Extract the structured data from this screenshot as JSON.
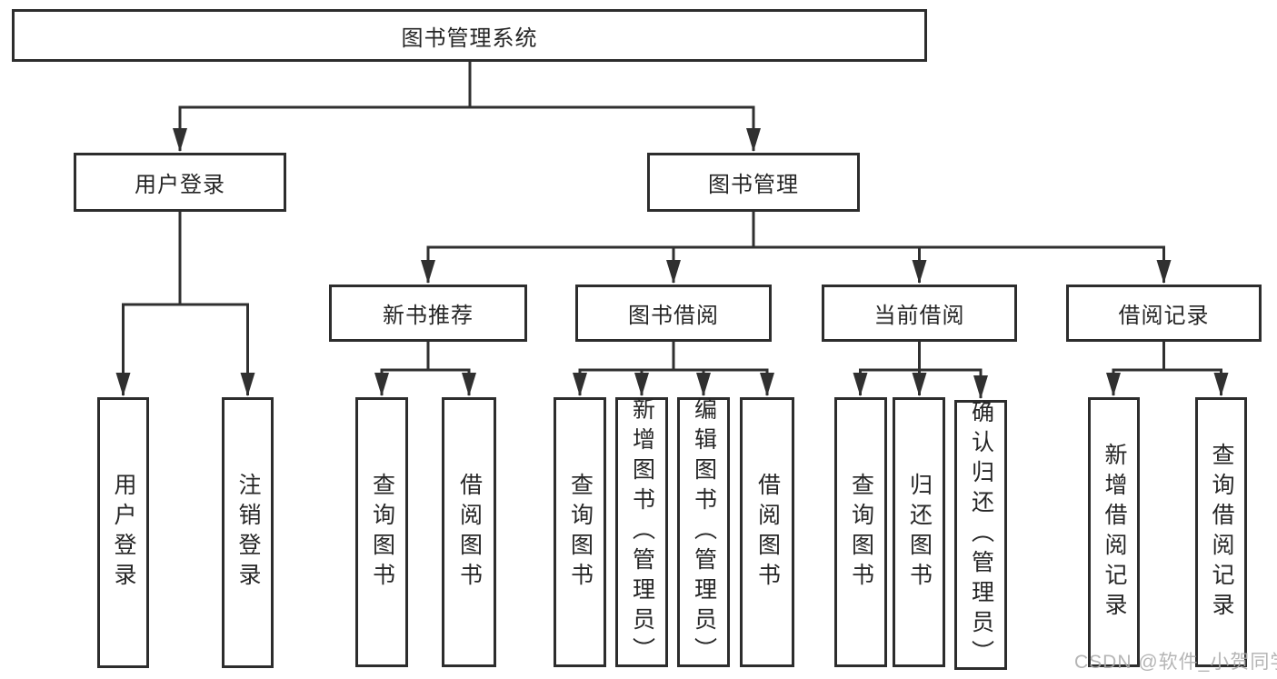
{
  "diagram": {
    "title": "图书管理系统",
    "colors": {
      "line": "#303030",
      "box_border": "#2d2d2d",
      "text": "#262626",
      "watermark": "#ababab",
      "background": "#ffffff"
    },
    "nodes": {
      "root": "图书管理系统",
      "user_login_branch": "用户登录",
      "book_mgmt": "图书管理",
      "new_book": "新书推荐",
      "book_borrow": "图书借阅",
      "current_borrow": "当前借阅",
      "borrow_records": "借阅记录",
      "leaf_user_login": "用户登录",
      "leaf_logout": "注销登录",
      "nb_query_books": "查询图书",
      "nb_borrow_books": "借阅图书",
      "bb_query_books": "查询图书",
      "bb_add_books": "新增图书（管理员）",
      "bb_edit_books": "编辑图书（管理员）",
      "bb_borrow_books": "借阅图书",
      "cb_query_books": "查询图书",
      "cb_return_books": "归还图书",
      "cb_confirm_return": "确认归还（管理员）",
      "br_add_record": "新增借阅记录",
      "br_query_record": "查询借阅记录"
    },
    "watermark": "CSDN @软件_小贺同学"
  }
}
